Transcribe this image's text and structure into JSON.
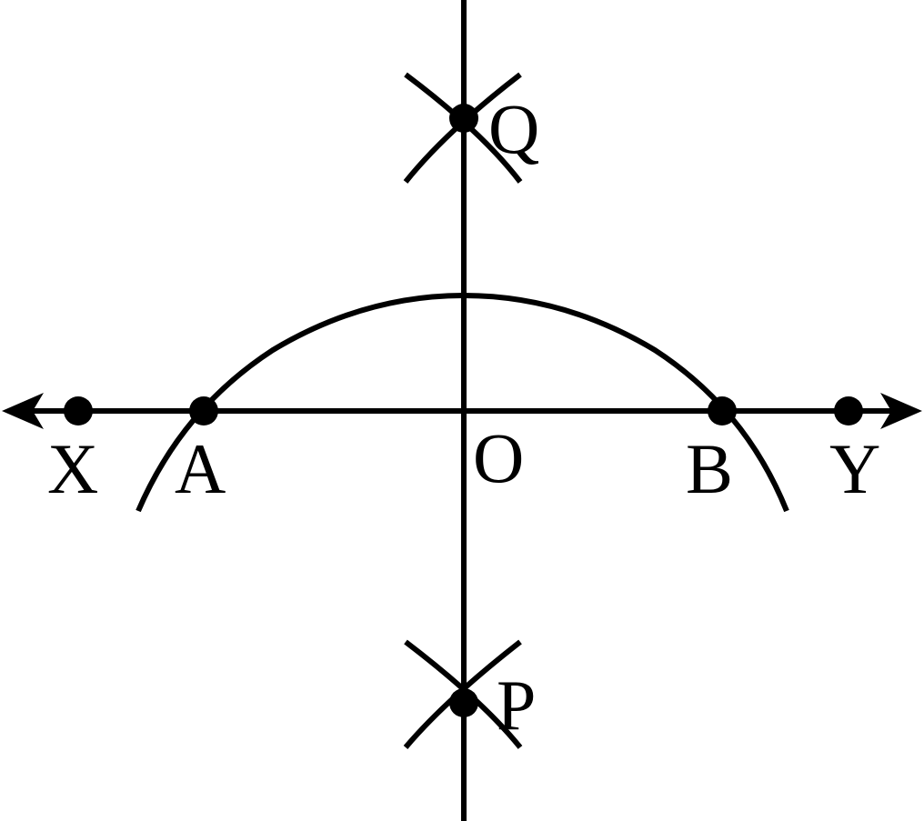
{
  "diagram": {
    "labels": {
      "X": "X",
      "A": "A",
      "O": "O",
      "B": "B",
      "Y": "Y",
      "Q": "Q",
      "P": "P"
    },
    "colors": {
      "stroke": "#000000",
      "background": "#ffffff"
    }
  }
}
